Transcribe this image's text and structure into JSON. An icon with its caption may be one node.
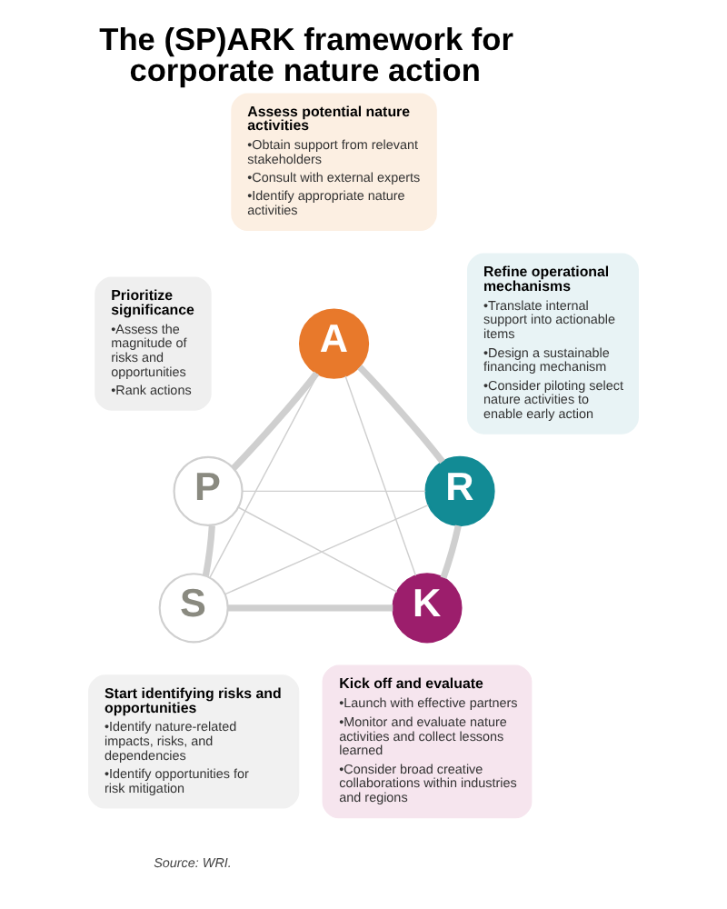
{
  "diagram": {
    "title": "The (SP)ARK framework for corporate nature action",
    "nodes": [
      {
        "text": [
          "Assess potential nature activities",
          "•Obtain support from relevant stakeholders",
          "•Consult with external experts",
          "•Identify appropriate nature activities"
        ]
      },
      {
        "text": [
          "A"
        ]
      },
      {
        "text": [
          "Prioritize significance",
          "•Assess the magnitude of risks and opportunities",
          "•Rank actions"
        ]
      },
      {
        "text": [
          "Refine operational mechanisms",
          "•Translate internal support into actionable items",
          "•Design a sustainable financing mechanism",
          "•Consider piloting select nature activities to enable early action"
        ]
      },
      {
        "text": [
          "P"
        ]
      },
      {
        "text": [
          "R"
        ]
      },
      {
        "text": [
          "S"
        ]
      },
      {
        "text": [
          "K"
        ]
      },
      {
        "text": [
          "Start identifying risks and opportunities",
          "•Identify nature-related impacts, risks, and dependencies",
          "•Identify opportunities for risk mitigation"
        ]
      },
      {
        "text": [
          "Kick off and evaluate",
          "•Launch with effective partners",
          "•Monitor and evaluate nature activities and collect lessons learned",
          "•Consider broad creative collaborations within industries and regions"
        ]
      }
    ],
    "edges": [
      {
        "from": 1,
        "to": 5,
        "arrow": "none",
        "style": "thick"
      },
      {
        "from": 5,
        "to": 7,
        "arrow": "none",
        "style": "thick"
      },
      {
        "from": 7,
        "to": 6,
        "arrow": "none",
        "style": "thick"
      },
      {
        "from": 6,
        "to": 4,
        "arrow": "none",
        "style": "thick"
      },
      {
        "from": 4,
        "to": 1,
        "arrow": "none",
        "style": "thick"
      },
      {
        "from": 1,
        "to": 7,
        "arrow": "none"
      },
      {
        "from": 1,
        "to": 6,
        "arrow": "none"
      },
      {
        "from": 5,
        "to": 6,
        "arrow": "none"
      },
      {
        "from": 5,
        "to": 4,
        "arrow": "none"
      },
      {
        "from": 7,
        "to": 4,
        "arrow": "none"
      }
    ],
    "labels": [
      "Source: WRI."
    ]
  }
}
